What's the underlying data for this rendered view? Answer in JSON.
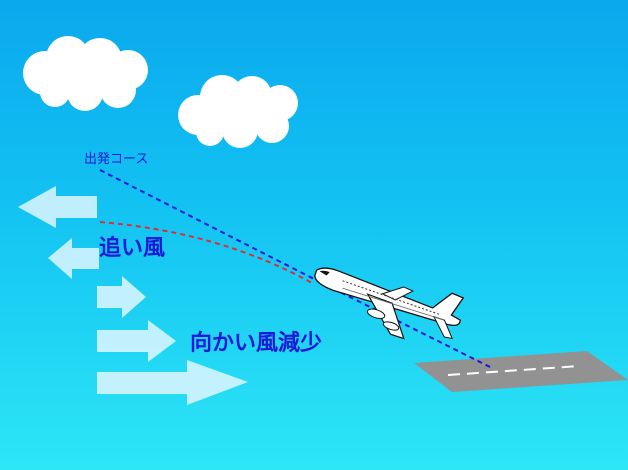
{
  "labels": {
    "departure_course": "出発コース",
    "tailwind": "追い風",
    "headwind_decrease": "向かい風減少"
  },
  "colors": {
    "sky_top": "#0aa8ee",
    "sky_bottom": "#2de6f6",
    "course_line": "#1a1ad8",
    "flight_path": "#d8303a",
    "label_text": "#1a1ad8",
    "arrow_fill": "#dff6ff",
    "runway": "#909090"
  },
  "icons": {
    "cloud": "cloud-icon",
    "airplane": "airplane-icon",
    "tailwind_arrow": "left-arrow-icon",
    "headwind_arrow": "right-arrow-icon"
  }
}
